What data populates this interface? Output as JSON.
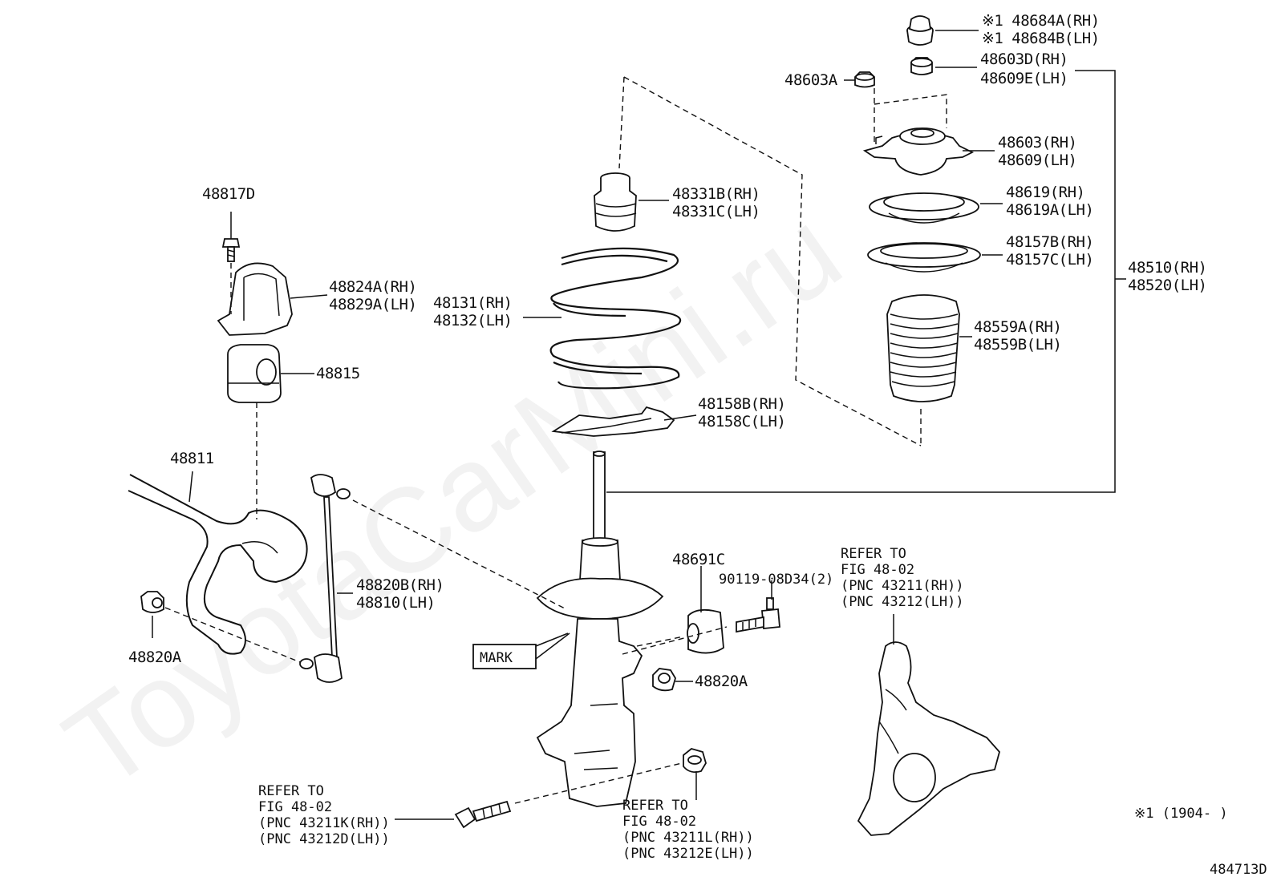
{
  "watermark": "ToyotaCarMini.ru",
  "labels": {
    "p48684_rh": "※1 48684A(RH)",
    "p48684_lh": "※1 48684B(LH)",
    "p48603d_rh": "48603D(RH)",
    "p48609e_lh": "48609E(LH)",
    "p48603a": "48603A",
    "p48603_rh": "48603(RH)",
    "p48609_lh": "48609(LH)",
    "p48619_rh": "48619(RH)",
    "p48619a_lh": "48619A(LH)",
    "p48157b_rh": "48157B(RH)",
    "p48157c_lh": "48157C(LH)",
    "p48510_rh": "48510(RH)",
    "p48520_lh": "48520(LH)",
    "p48559a_rh": "48559A(RH)",
    "p48559b_lh": "48559B(LH)",
    "p48331b_rh": "48331B(RH)",
    "p48331c_lh": "48331C(LH)",
    "p48131_rh": "48131(RH)",
    "p48132_lh": "48132(LH)",
    "p48158b_rh": "48158B(RH)",
    "p48158c_lh": "48158C(LH)",
    "p48817d": "48817D",
    "p48824a_rh": "48824A(RH)",
    "p48829a_lh": "48829A(LH)",
    "p48815": "48815",
    "p48811": "48811",
    "p48820b_rh": "48820B(RH)",
    "p48810_lh": "48810(LH)",
    "p48820a_left": "48820A",
    "p48820a_right": "48820A",
    "p48691c": "48691C",
    "p90119": "90119-08D34(2)",
    "mark": "MARK"
  },
  "refer_knuckle": [
    "REFER TO",
    "FIG 48-02",
    "(PNC 43211(RH))",
    "(PNC 43212(LH))"
  ],
  "refer_bolt": [
    "REFER TO",
    "FIG 48-02",
    "(PNC 43211K(RH))",
    "(PNC 43212D(LH))"
  ],
  "refer_nut": [
    "REFER TO",
    "FIG 48-02",
    "(PNC 43211L(RH))",
    "(PNC 43212E(LH))"
  ],
  "footnote": "※1 (1904-     )",
  "diagram_id": "484713D"
}
